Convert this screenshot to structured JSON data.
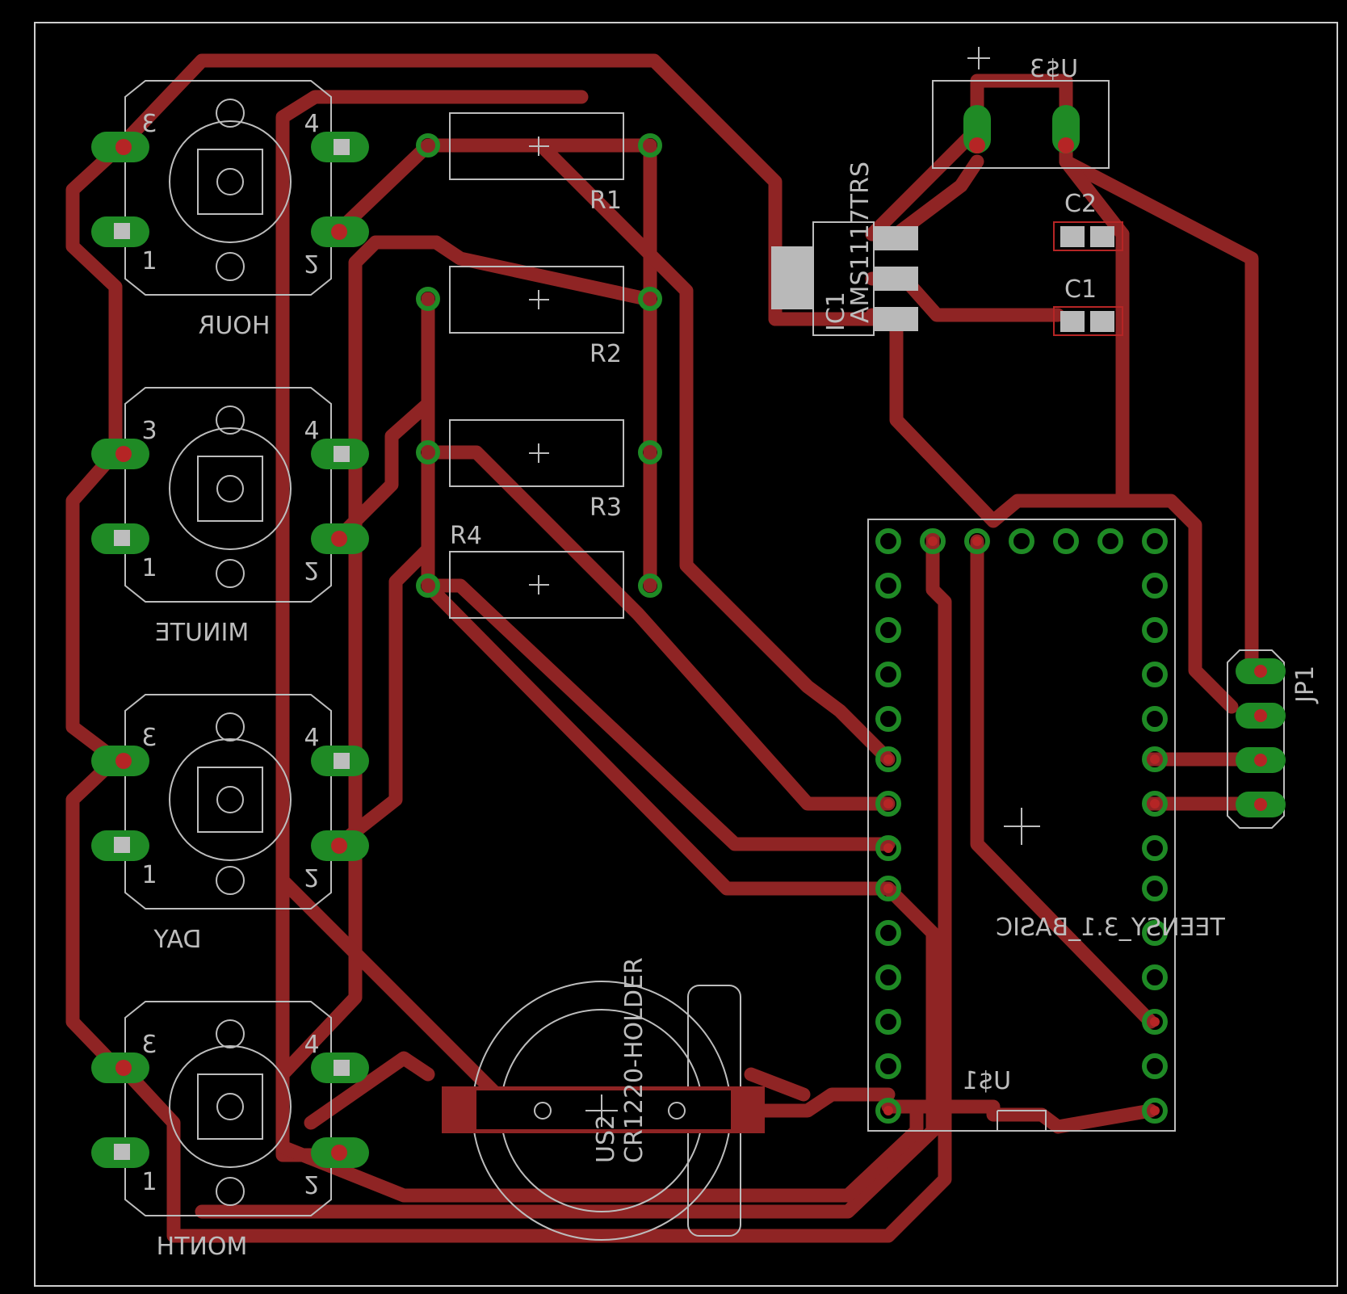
{
  "labels": {
    "hour": "HOUR",
    "minute": "MINUTE",
    "day": "DAY",
    "month": "MONTH",
    "r1": "R1",
    "r2": "R2",
    "r3": "R3",
    "r4": "R4",
    "c1": "C1",
    "c2": "C2",
    "ic1": "IC1",
    "ic1_value": "AMS1117TRS",
    "u3": "U$3",
    "jp1": "JP1",
    "teensy": "TEENSY_3.1_BASIC",
    "u1": "U$1",
    "u2": "US2",
    "battery": "CR1220-HOLDER",
    "pin1": "1",
    "pin2": "2",
    "pin3": "3",
    "pin4": "4"
  },
  "colors": {
    "background": "#000000",
    "copper_trace": "#8f2424",
    "silkscreen": "#bdbdbd",
    "pad": "#1f8a25"
  }
}
